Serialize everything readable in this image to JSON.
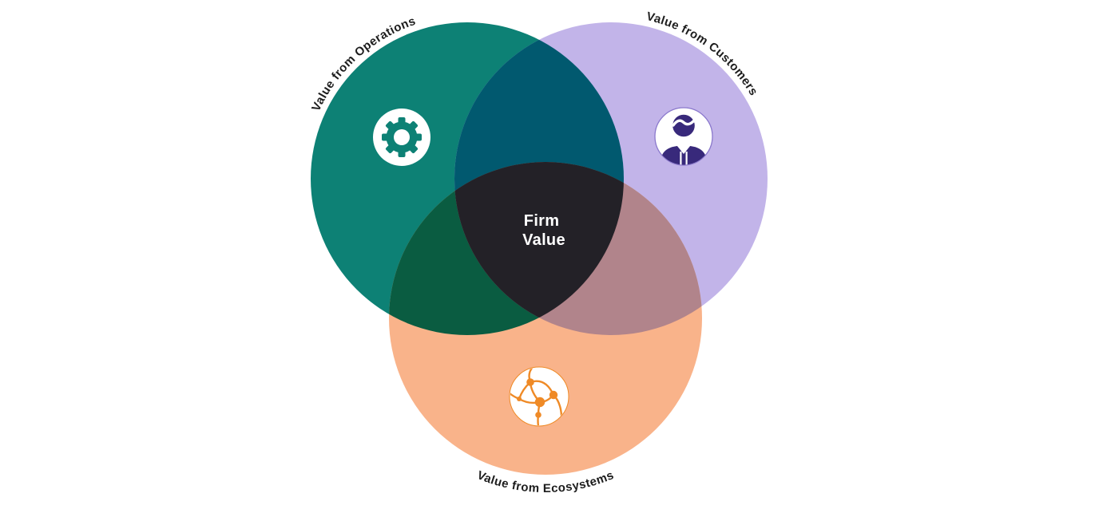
{
  "page": {
    "background_color": "#FFFFFF"
  },
  "diagram": {
    "type": "venn-3-circle",
    "sets": [
      {
        "id": "operations",
        "label": "Value from Operations",
        "color": "#0D8175",
        "icon": "gear-icon"
      },
      {
        "id": "customers",
        "label": "Value from Customers",
        "color": "#C2B4E9",
        "icon": "person-icon"
      },
      {
        "id": "ecosystems",
        "label": "Value from Ecosystems",
        "color": "#F9B38A",
        "icon": "network-icon"
      }
    ],
    "overlaps": {
      "operations_customers_color": "#01596F",
      "operations_ecosystems_color": "#0A5C41",
      "customers_ecosystems_color": "#B1848B",
      "center_color": "#232127"
    },
    "center_label": {
      "line1": "Firm",
      "line2": "Value",
      "color": "#FFFFFF"
    },
    "label_color": "#1D1D1D",
    "icons": {
      "gear": {
        "color": "#0D8175",
        "background": "#FFFFFF"
      },
      "person": {
        "color": "#38297B",
        "background": "#FFFFFF",
        "border": "#8A78CC"
      },
      "network": {
        "color": "#EF8A26",
        "background": "#FFFFFF",
        "border": "#EF8A26"
      }
    }
  }
}
